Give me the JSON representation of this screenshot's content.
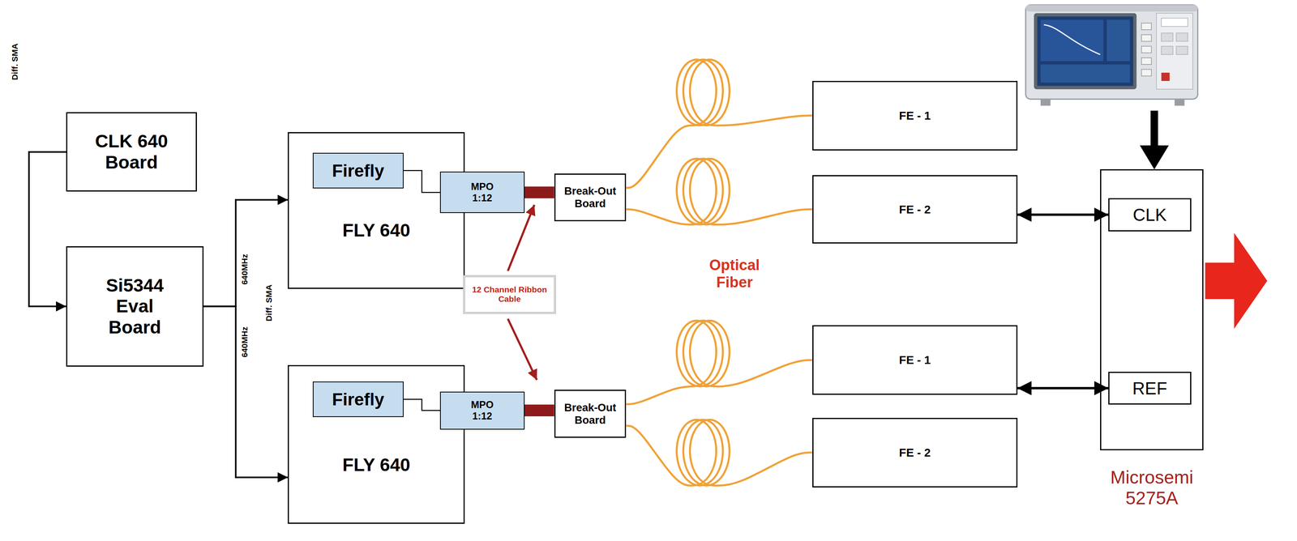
{
  "diagram": {
    "nodes": [
      {
        "text": [
          "CLK 640 Board"
        ]
      },
      {
        "text": [
          "Si5344 Eval Board"
        ]
      },
      {
        "text": [
          "FLY 640"
        ]
      },
      {
        "text": [
          "Firefly"
        ],
        "in": 2
      },
      {
        "text": [
          "MPO 1:12"
        ]
      },
      {
        "text": [
          "Break-Out Board"
        ]
      },
      {
        "text": [
          "FLY 640"
        ]
      },
      {
        "text": [
          "Firefly"
        ],
        "in": 6
      },
      {
        "text": [
          "MPO 1:12"
        ]
      },
      {
        "text": [
          "Break-Out Board"
        ]
      },
      {
        "text": [
          "12 Channel Ribbon Cable"
        ]
      },
      {
        "text": [
          "FE - 1"
        ]
      },
      {
        "text": [
          "FE - 2"
        ]
      },
      {
        "text": [
          "FE - 1"
        ]
      },
      {
        "text": [
          "FE - 2"
        ]
      },
      {
        "text": [
          "Microsemi 5275A"
        ]
      },
      {
        "text": [
          "CLK"
        ],
        "in": 15
      },
      {
        "text": [
          "REF"
        ],
        "in": 15
      }
    ],
    "edges": [
      {
        "from": 0,
        "to": 1,
        "arrow": "to",
        "label": "Diff. SMA"
      },
      {
        "from": 1,
        "to": 2,
        "arrow": "to",
        "label": "640MHz"
      },
      {
        "from": 1,
        "to": 6,
        "arrow": "to",
        "label": "640MHz"
      },
      {
        "from": 3,
        "to": 4,
        "arrow": "none"
      },
      {
        "from": 4,
        "to": 5,
        "arrow": "none"
      },
      {
        "from": 7,
        "to": 8,
        "arrow": "none"
      },
      {
        "from": 8,
        "to": 9,
        "arrow": "none"
      },
      {
        "from": 5,
        "to": 11,
        "arrow": "none"
      },
      {
        "from": 5,
        "to": 12,
        "arrow": "none"
      },
      {
        "from": 9,
        "to": 13,
        "arrow": "none"
      },
      {
        "from": 9,
        "to": 14,
        "arrow": "none"
      },
      {
        "from": 12,
        "to": 16,
        "arrow": "both"
      },
      {
        "from": 13,
        "to": 17,
        "arrow": "both"
      }
    ],
    "labels": [
      "Diff. SMA",
      "Optical Fiber"
    ]
  }
}
